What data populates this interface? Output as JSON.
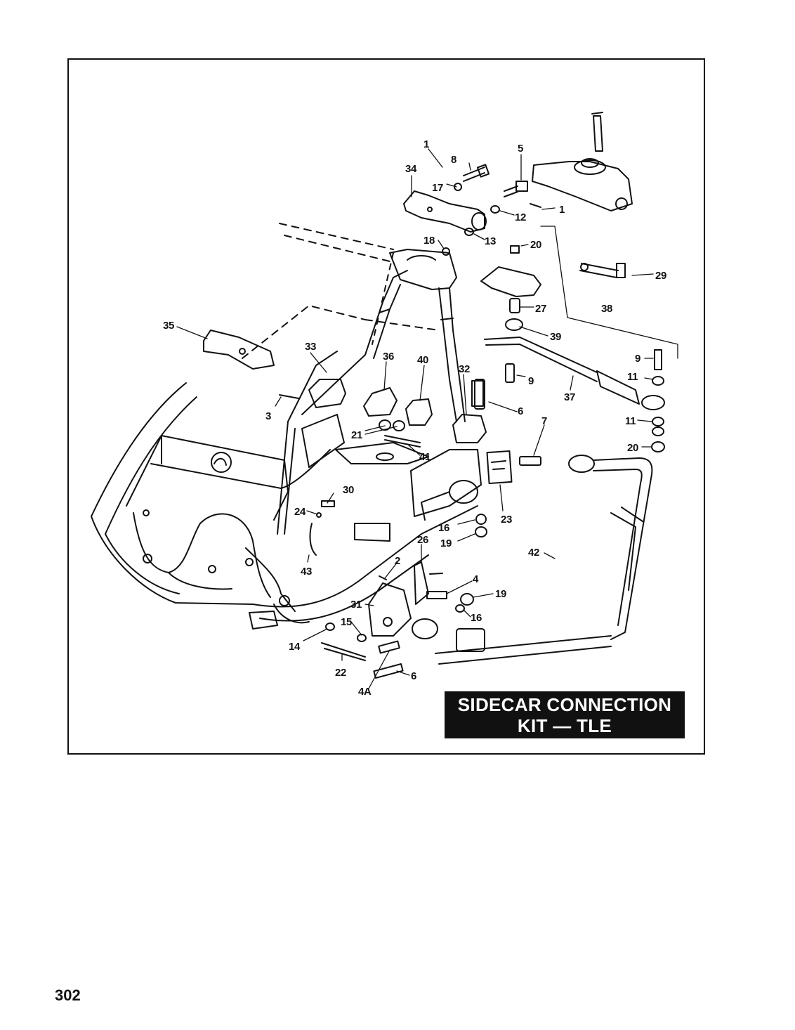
{
  "title": {
    "line1": "SIDECAR CONNECTION",
    "line2": "KIT — TLE"
  },
  "page_number": "302",
  "callouts": [
    {
      "id": "c1a",
      "text": "1"
    },
    {
      "id": "c34",
      "text": "34"
    },
    {
      "id": "c8",
      "text": "8"
    },
    {
      "id": "c17",
      "text": "17"
    },
    {
      "id": "c5",
      "text": "5"
    },
    {
      "id": "c1b",
      "text": "1"
    },
    {
      "id": "c12",
      "text": "12"
    },
    {
      "id": "c18",
      "text": "18"
    },
    {
      "id": "c13",
      "text": "13"
    },
    {
      "id": "c20a",
      "text": "20"
    },
    {
      "id": "c29",
      "text": "29"
    },
    {
      "id": "c27",
      "text": "27"
    },
    {
      "id": "c38",
      "text": "38"
    },
    {
      "id": "c39",
      "text": "39"
    },
    {
      "id": "c35",
      "text": "35"
    },
    {
      "id": "c33",
      "text": "33"
    },
    {
      "id": "c36",
      "text": "36"
    },
    {
      "id": "c40",
      "text": "40"
    },
    {
      "id": "c32",
      "text": "32"
    },
    {
      "id": "c9a",
      "text": "9"
    },
    {
      "id": "c11a",
      "text": "11"
    },
    {
      "id": "c9b",
      "text": "9"
    },
    {
      "id": "c37",
      "text": "37"
    },
    {
      "id": "c3",
      "text": "3"
    },
    {
      "id": "c6a",
      "text": "6"
    },
    {
      "id": "c7",
      "text": "7"
    },
    {
      "id": "c11b",
      "text": "11"
    },
    {
      "id": "c21",
      "text": "21"
    },
    {
      "id": "c41",
      "text": "41"
    },
    {
      "id": "c20b",
      "text": "20"
    },
    {
      "id": "c30",
      "text": "30"
    },
    {
      "id": "c24",
      "text": "24"
    },
    {
      "id": "c23",
      "text": "23"
    },
    {
      "id": "c16a",
      "text": "16"
    },
    {
      "id": "c26",
      "text": "26"
    },
    {
      "id": "c19a",
      "text": "19"
    },
    {
      "id": "c42",
      "text": "42"
    },
    {
      "id": "c43",
      "text": "43"
    },
    {
      "id": "c2",
      "text": "2"
    },
    {
      "id": "c4",
      "text": "4"
    },
    {
      "id": "c19b",
      "text": "19"
    },
    {
      "id": "c31",
      "text": "31"
    },
    {
      "id": "c16b",
      "text": "16"
    },
    {
      "id": "c15",
      "text": "15"
    },
    {
      "id": "c14",
      "text": "14"
    },
    {
      "id": "c22",
      "text": "22"
    },
    {
      "id": "c6b",
      "text": "6"
    },
    {
      "id": "c4A",
      "text": "4A"
    }
  ]
}
